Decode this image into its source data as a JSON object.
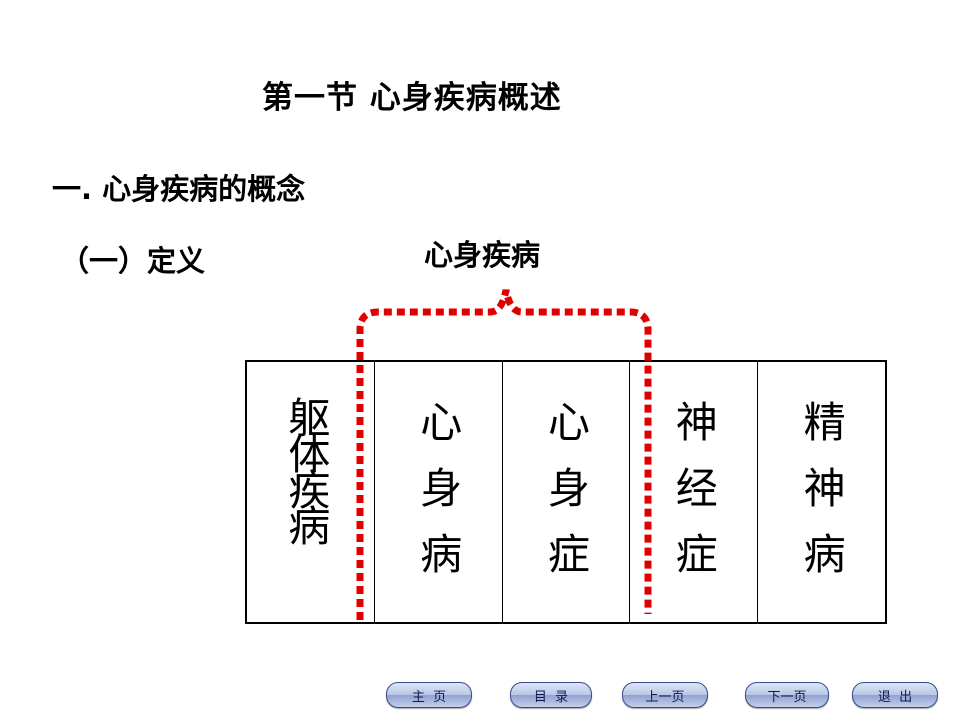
{
  "slide": {
    "title": "第一节  心身疾病概述",
    "heading1": "一. 心身疾病的概念",
    "heading2": "（一）定义",
    "brace_label": "心身疾病",
    "accent_color": "#e00000"
  },
  "spectrum": {
    "cells": [
      "躯体疾病",
      "心身病",
      "心身症",
      "神经症",
      "精神病"
    ]
  },
  "nav": {
    "home": "主  页",
    "contents": "目  录",
    "prev": "上一页",
    "next": "下一页",
    "exit": "退  出"
  }
}
